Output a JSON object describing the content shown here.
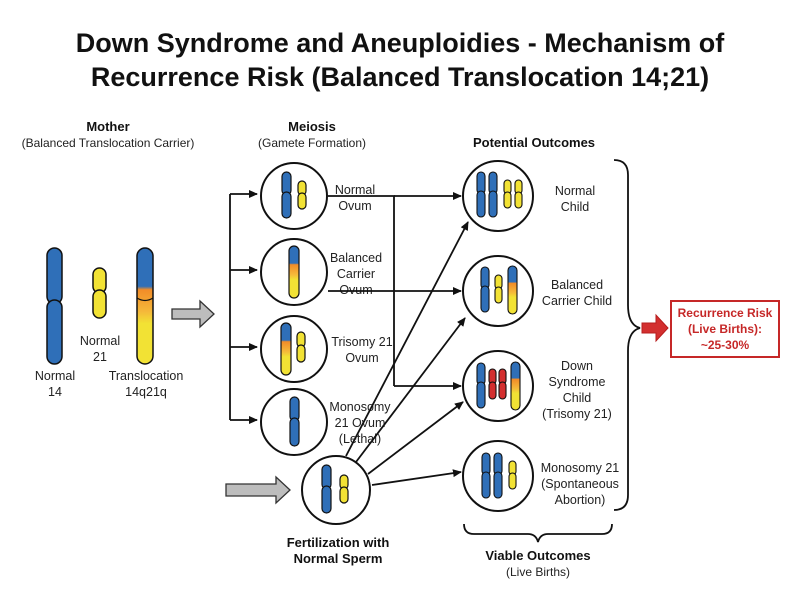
{
  "title": {
    "line1": "Down Syndrome and Aneuploidies - Mechanism of",
    "line2": "Recurrence Risk (Balanced Translocation 14;21)"
  },
  "mother": {
    "heading": "Mother",
    "subheading": "(Balanced Translocation Carrier)",
    "chromosomes": {
      "normal14": [
        "Normal",
        "14"
      ],
      "normal21": [
        "Normal",
        "21"
      ],
      "translocation": [
        "Translocation",
        "14q21q"
      ]
    }
  },
  "meiosis": {
    "heading": "Meiosis",
    "subheading": "(Gamete Formation)",
    "ova": [
      {
        "id": "normal-ovum",
        "label": [
          "Normal",
          "Ovum"
        ]
      },
      {
        "id": "balanced-carrier-ovum",
        "label": [
          "Balanced",
          "Carrier",
          "Ovum"
        ]
      },
      {
        "id": "trisomy21-ovum",
        "label": [
          "Trisomy 21",
          "Ovum"
        ]
      },
      {
        "id": "monosomy21-ovum",
        "label": [
          "Monosomy",
          "21 Ovum",
          "(Lethal)"
        ]
      }
    ]
  },
  "fertilization": {
    "label": [
      "Fertilization with",
      "Normal Sperm"
    ]
  },
  "outcomes": {
    "heading": "Potential Outcomes",
    "items": [
      {
        "id": "normal-child",
        "label": [
          "Normal",
          "Child"
        ]
      },
      {
        "id": "balanced-carrier-child",
        "label": [
          "Balanced",
          "Carrier Child"
        ]
      },
      {
        "id": "down-syndrome-child",
        "label": [
          "Down",
          "Syndrome",
          "Child",
          "(Trisomy 21)"
        ]
      },
      {
        "id": "monosomy21-outcome",
        "label": [
          "Monosomy 21",
          "(Spontaneous",
          "Abortion)"
        ]
      }
    ]
  },
  "viable": {
    "heading": "Viable Outcomes",
    "subheading": "(Live Births)"
  },
  "risk": {
    "lines": [
      "Recurrence Risk",
      "(Live Births):",
      "~25-30%"
    ]
  },
  "colors": {
    "chrom14": "#2f6fb8",
    "chrom21": "#f2e234",
    "translocation_band": "#f28c28",
    "trisomy": "#d32f2f",
    "risk": "#c62828",
    "arrow_gray": "#bdbdbd"
  }
}
